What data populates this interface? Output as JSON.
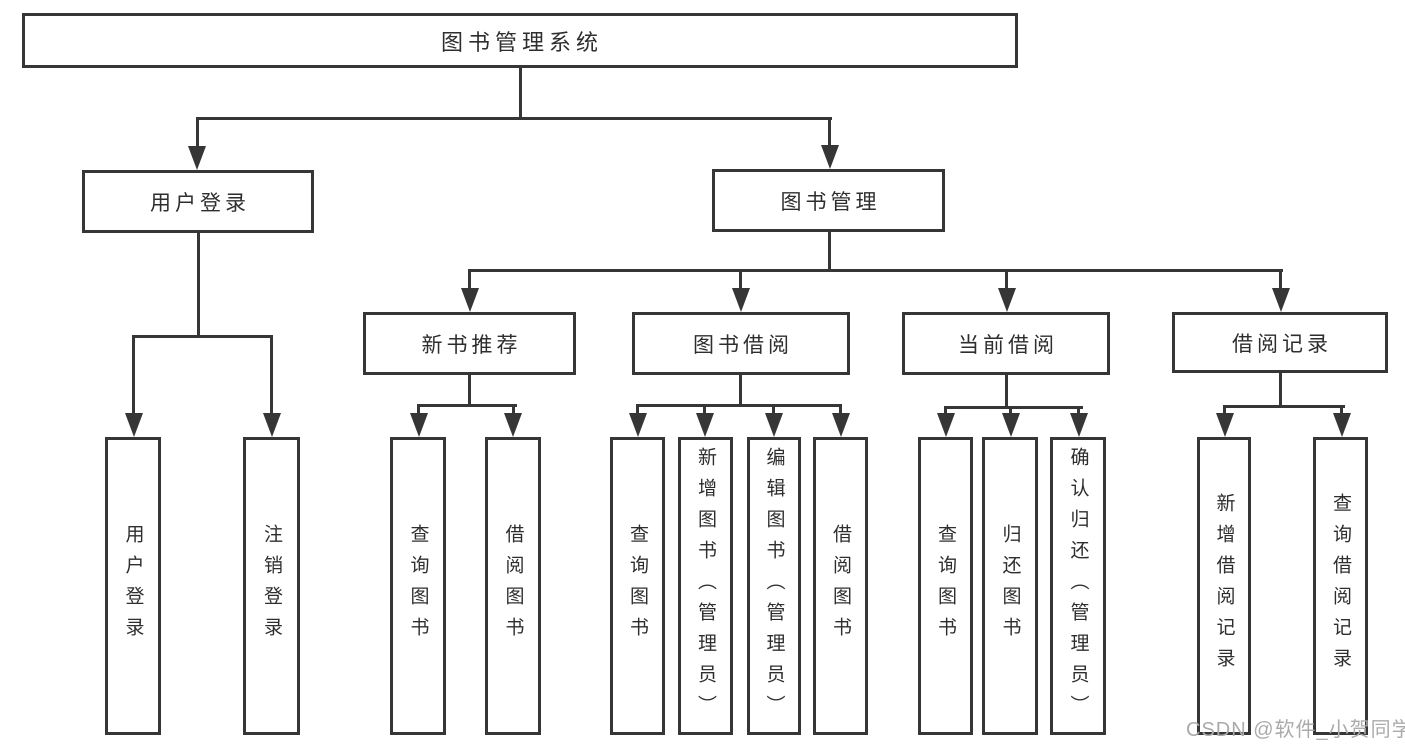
{
  "nodes": {
    "root": {
      "label": "图书管理系统"
    },
    "user_login": {
      "label": "用户登录"
    },
    "book_mgmt": {
      "label": "图书管理"
    },
    "login_leaf": {
      "label": "用户登录"
    },
    "logout_leaf": {
      "label": "注销登录"
    },
    "new_book_rec": {
      "label": "新书推荐"
    },
    "book_borrow": {
      "label": "图书借阅"
    },
    "current_borrow": {
      "label": "当前借阅"
    },
    "borrow_record": {
      "label": "借阅记录"
    },
    "rec_query_book": {
      "label": "查询图书"
    },
    "rec_borrow_book": {
      "label": "借阅图书"
    },
    "bor_query_book": {
      "label": "查询图书"
    },
    "bor_add_book": {
      "label": "新增图书（管理员）"
    },
    "bor_edit_book": {
      "label": "编辑图书（管理员）"
    },
    "bor_borrow_book": {
      "label": "借阅图书"
    },
    "cur_query_book": {
      "label": "查询图书"
    },
    "cur_return_book": {
      "label": "归还图书"
    },
    "cur_confirm_ret": {
      "label": "确认归还（管理员）"
    },
    "rcd_add_record": {
      "label": "新增借阅记录"
    },
    "rcd_query_record": {
      "label": "查询借阅记录"
    }
  },
  "hierarchy": {
    "图书管理系统": {
      "用户登录": [
        "用户登录",
        "注销登录"
      ],
      "图书管理": {
        "新书推荐": [
          "查询图书",
          "借阅图书"
        ],
        "图书借阅": [
          "查询图书",
          "新增图书（管理员）",
          "编辑图书（管理员）",
          "借阅图书"
        ],
        "当前借阅": [
          "查询图书",
          "归还图书",
          "确认归还（管理员）"
        ],
        "借阅记录": [
          "新增借阅记录",
          "查询借阅记录"
        ]
      }
    }
  },
  "watermark": {
    "text": "CSDN @软件_小贺同学"
  },
  "colors": {
    "line": "#363636",
    "text": "#2e2e2e",
    "watermark": "#ababab",
    "background": "#ffffff"
  }
}
